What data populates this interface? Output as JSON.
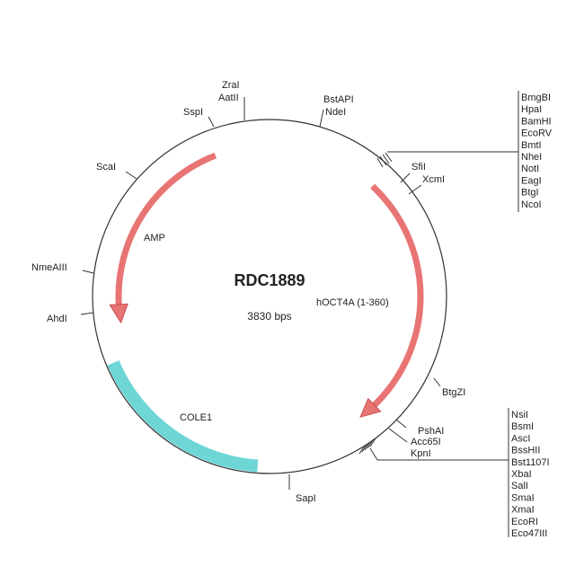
{
  "plasmid": {
    "name": "RDC1889",
    "size_label": "3830 bps"
  },
  "colors": {
    "feature_arrow": "#e87474",
    "feature_arrow_stroke": "#c85050",
    "ori": "#6fd6d6",
    "ori_stroke": "#4bbcbc",
    "backbone": "#333333"
  },
  "features": [
    {
      "name": "AMP",
      "type": "arrow"
    },
    {
      "name": "hOCT4A (1-360)",
      "type": "arrow"
    },
    {
      "name": "COLE1",
      "type": "origin"
    }
  ],
  "sites": {
    "zrai": "ZraI",
    "aatii": "AatII",
    "sspi": "SspI",
    "bstapi": "BstAPI",
    "ndei": "NdeI",
    "scai": "ScaI",
    "nmeaiii": "NmeAIII",
    "ahdi": "AhdI",
    "sfii": "SfiI",
    "xcmi": "XcmI",
    "btgzi": "BtgZI",
    "pshai": "PshAI",
    "acc65i": "Acc65I",
    "kpni": "KpnI",
    "sapi": "SapI"
  },
  "mcs_top": [
    "BmgBI",
    "HpaI",
    "BamHI",
    "EcoRV",
    "BmtI",
    "NheI",
    "NotI",
    "EagI",
    "BtgI",
    "NcoI"
  ],
  "mcs_bottom": [
    "NsiI",
    "BsmI",
    "AscI",
    "BssHII",
    "Bst1107I",
    "XbaI",
    "SalI",
    "SmaI",
    "XmaI",
    "EcoRI",
    "Eco47III"
  ]
}
